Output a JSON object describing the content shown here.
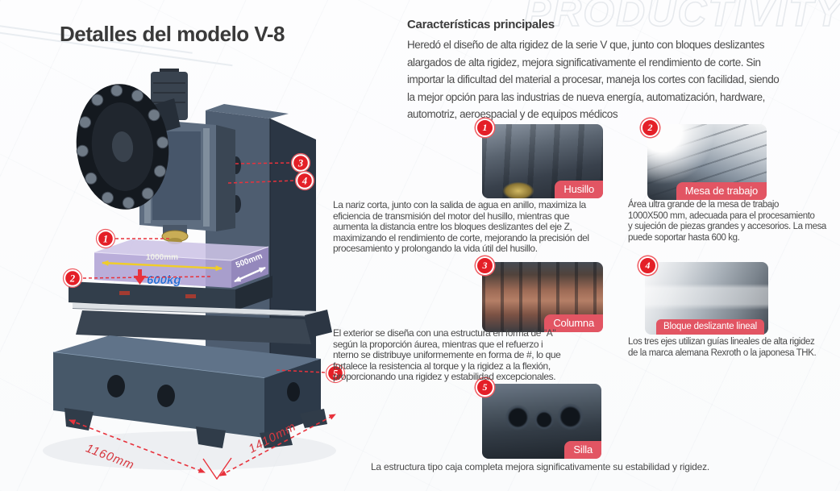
{
  "page": {
    "title": "Detalles del modelo V-8",
    "watermark": "PRODUCTIVITY",
    "footer": "La estructura tipo caja completa mejora significativamente su estabilidad y rigidez."
  },
  "intro": {
    "heading": "Características principales",
    "body": "Heredó el diseño de alta rigidez de la serie V que, junto con bloques deslizantes\nalargados de alta rigidez, mejora significativamente el rendimiento de corte. Sin\nimportar la dificultad del material a procesar, maneja los cortes con facilidad, siendo\nla mejor opción para las industrias de nueva energía, automatización, hardware,\nautomotriz, aeroespacial y de equipos médicos"
  },
  "machine": {
    "badges": [
      "1",
      "2",
      "3",
      "4",
      "5"
    ],
    "labels": {
      "width": "1000mm",
      "depth": "500mm",
      "load": "600kg",
      "base_front": "1160mm",
      "base_side": "1410mm"
    }
  },
  "features": [
    {
      "num": "1",
      "label": "Husillo",
      "text": "La nariz corta, junto con la salida de agua en anillo, maximiza la\neficiencia de transmisión del motor del husillo, mientras que\naumenta la distancia entre los bloques deslizantes del eje Z,\nmaximizando el rendimiento de corte, mejorando la precisión del\nprocesamiento y prolongando la vida útil del husillo."
    },
    {
      "num": "2",
      "label": "Mesa de trabajo",
      "text": "Área ultra grande de la mesa de trabajo\n1000X500 mm, adecuada para el procesamiento\ny sujeción de piezas grandes y accesorios. La mesa\npuede soportar hasta 600 kg."
    },
    {
      "num": "3",
      "label": "Columna",
      "text": "El exterior se diseña con una estructura en forma de \"A\"\nsegún la proporción áurea, mientras que el refuerzo i\nnterno se distribuye uniformemente en forma de #, lo que\nfortalece la resistencia al torque y la rigidez a la flexión,\nproporcionando una rigidez y estabilidad excepcionales."
    },
    {
      "num": "4",
      "label": "Bloque deslizante lineal",
      "text": "Los tres ejes utilizan guías lineales de alta rigidez\nde la marca alemana Rexroth o la japonesa THK."
    },
    {
      "num": "5",
      "label": "Silla",
      "text": ""
    }
  ],
  "colors": {
    "accent_red": "#e8323c",
    "badge_red": "#e41f27",
    "label_red": "#e25563",
    "title_text": "#3a3a3a",
    "body_text": "#4c4c4c",
    "kg_blue": "#2b6fd4",
    "envelope_purple": "#b3a5d6",
    "arrow_yellow": "#f0cd2a",
    "watermark_gray": "#e6e9ed"
  }
}
